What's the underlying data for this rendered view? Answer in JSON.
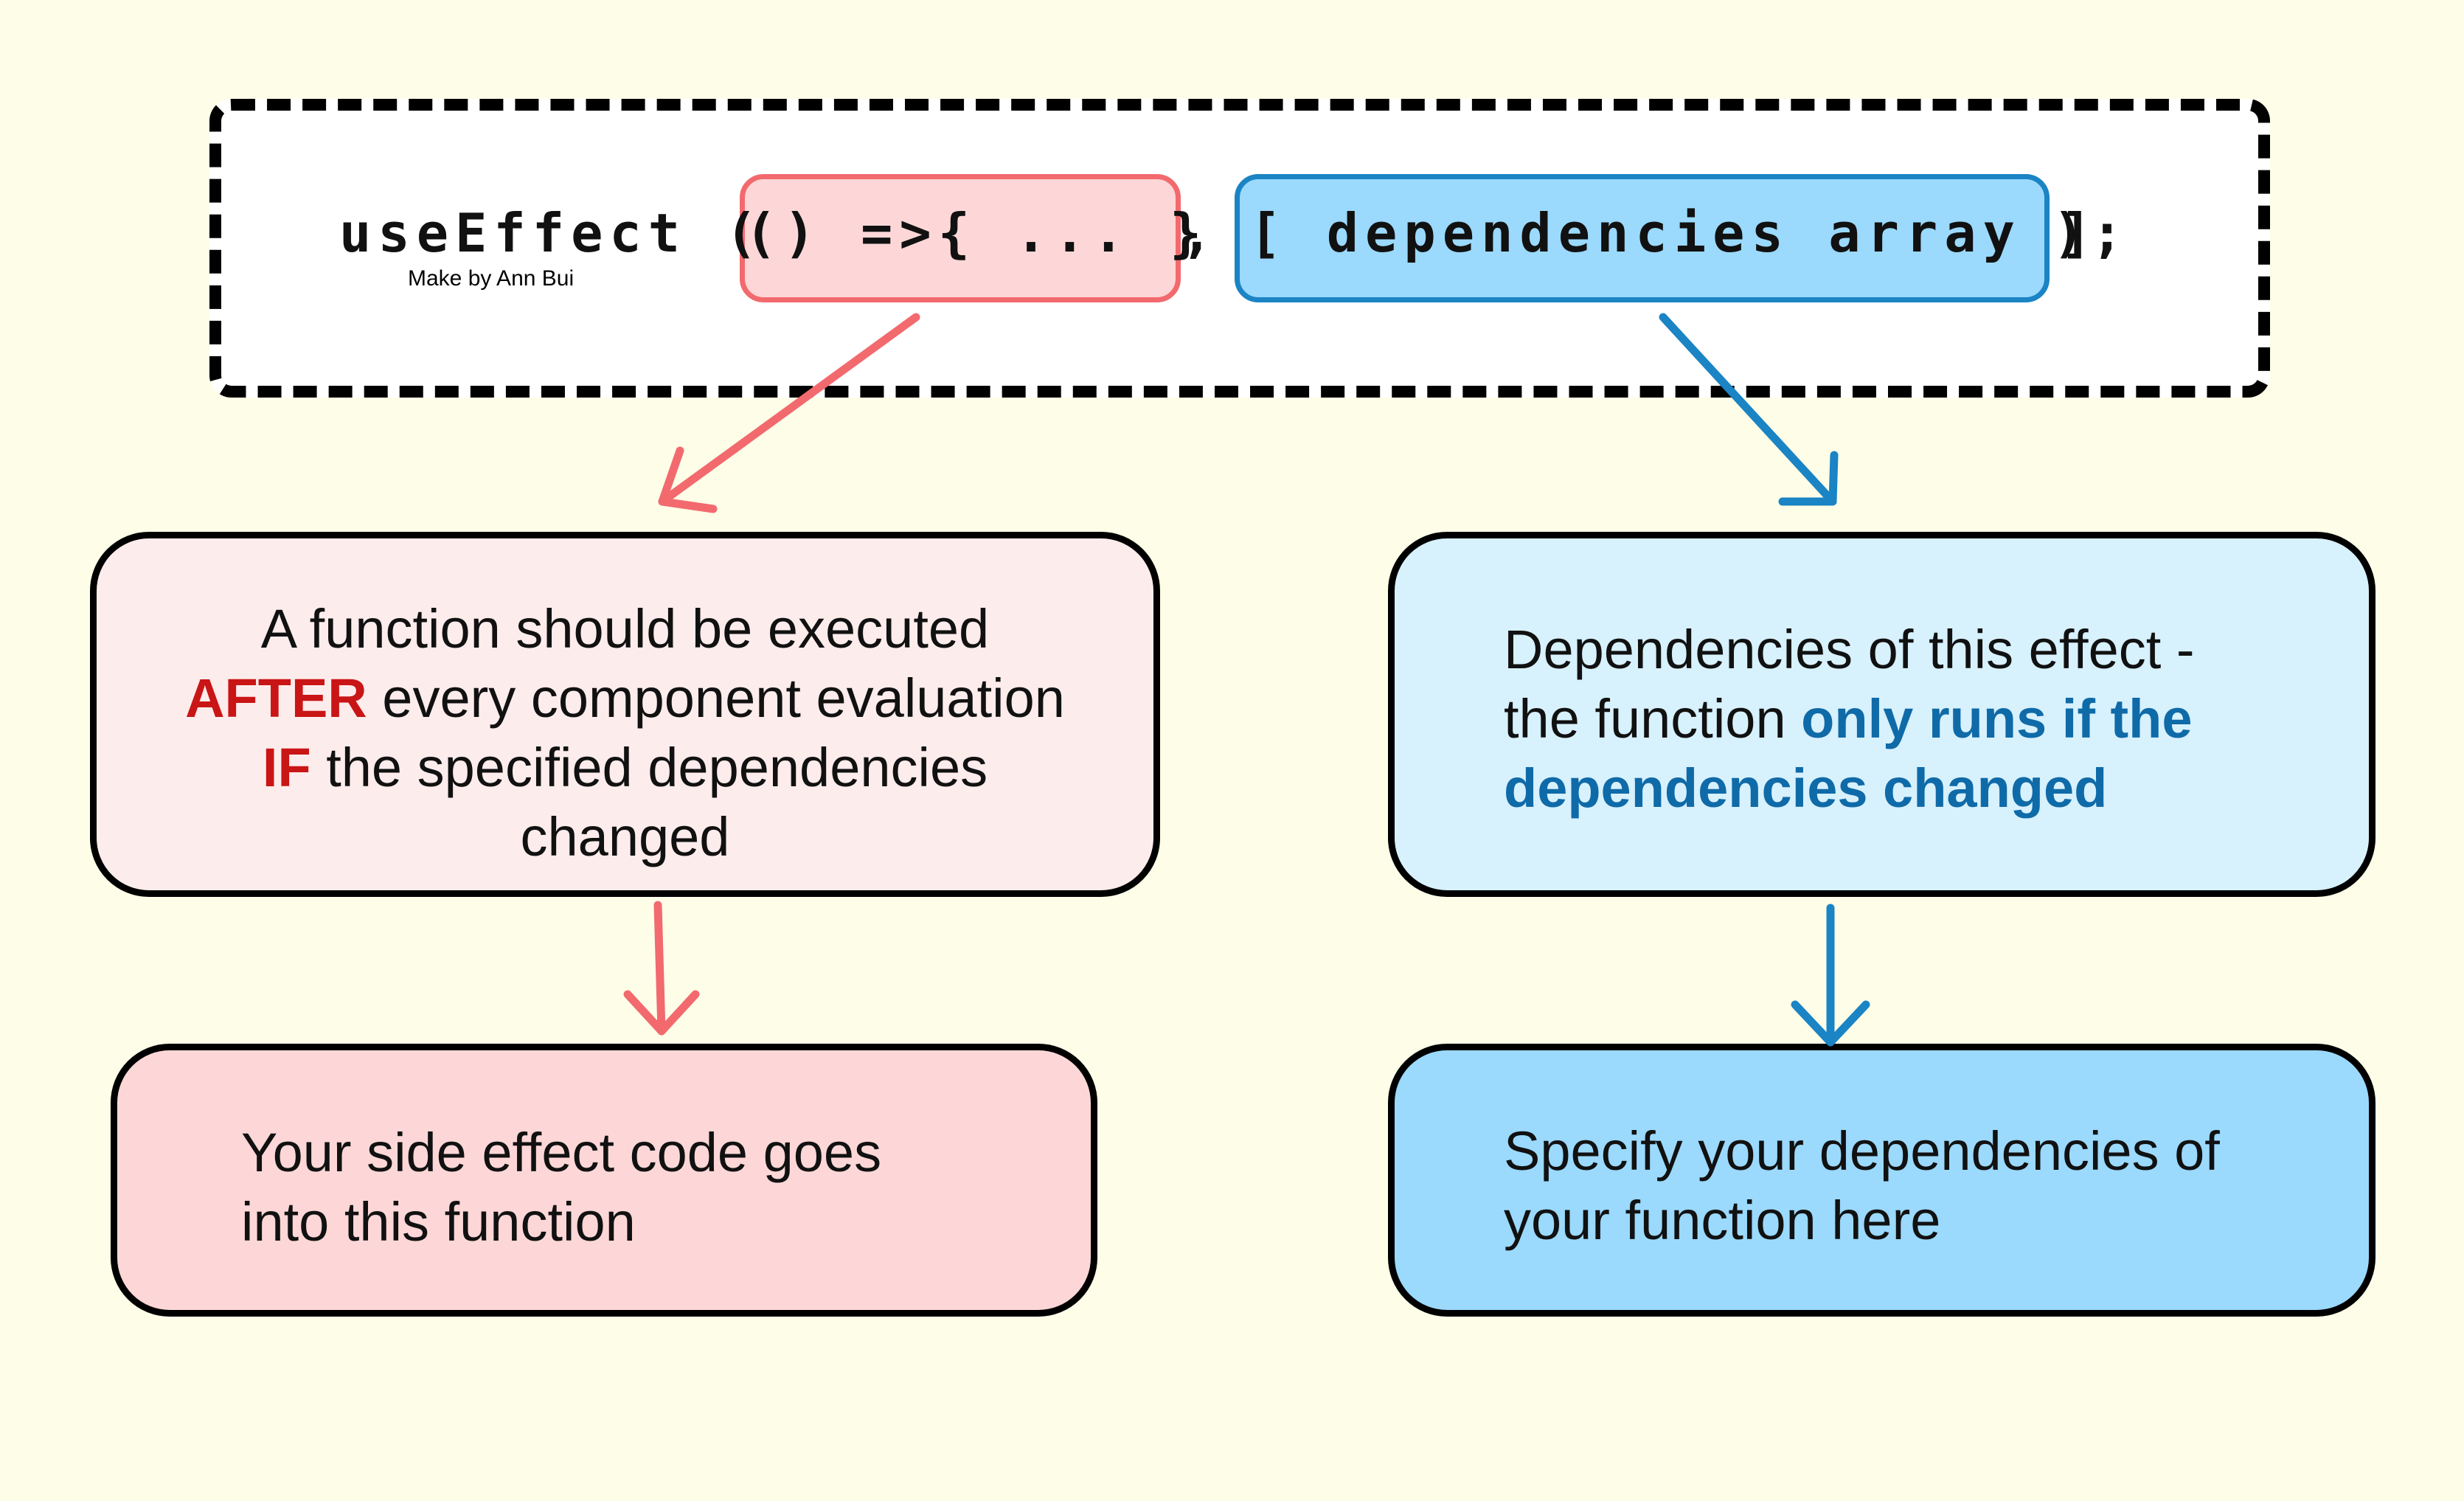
{
  "code": {
    "prefix": "useEffect (",
    "function_part": "() =>{ ... }",
    "separator": ",",
    "deps_part": "[ dependencies array ]",
    "suffix": ");",
    "credit": "Make by Ann Bui"
  },
  "cards": {
    "function_description": {
      "line1": "A function should be executed",
      "line2_emphasis": "AFTER",
      "line2_rest": " every component evaluation",
      "line3_emphasis": "IF",
      "line3_rest": " the specified dependencies",
      "line4": "changed"
    },
    "function_usage": {
      "line1": "Your side effect code goes",
      "line2": "into this function"
    },
    "deps_description": {
      "line1": "Dependencies of this effect -",
      "line2_plain": "the function ",
      "line2_emphasis": "only runs if the",
      "line3_emphasis": "dependencies changed"
    },
    "deps_usage": {
      "line1": "Specify your dependencies of",
      "line2": "your function here"
    }
  },
  "colors": {
    "background": "#fefee8",
    "pink_fill": "#fdd7d7",
    "pink_light": "#fdecec",
    "pink_stroke": "#f26a6e",
    "blue_fill": "#9bd9fd",
    "blue_light": "#d7f1fd",
    "blue_stroke": "#1a84c4",
    "emphasis_red": "#c91515",
    "emphasis_blue": "#0f6aa8"
  }
}
